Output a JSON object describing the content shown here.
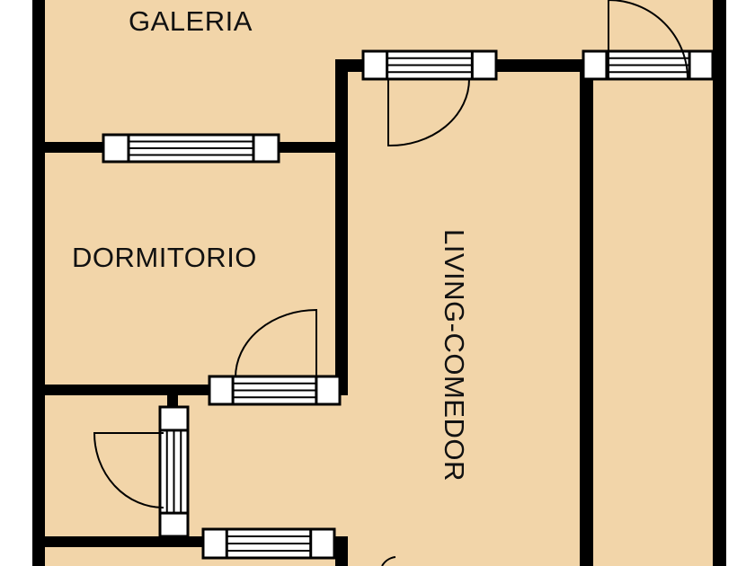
{
  "rooms": {
    "galeria": "GALERIA",
    "dormitorio": "DORMITORIO",
    "living_comedor": "LIVING-COMEDOR"
  },
  "colors": {
    "floor": "#f2d5a9",
    "wall": "#000000",
    "frame": "#ffffff"
  }
}
